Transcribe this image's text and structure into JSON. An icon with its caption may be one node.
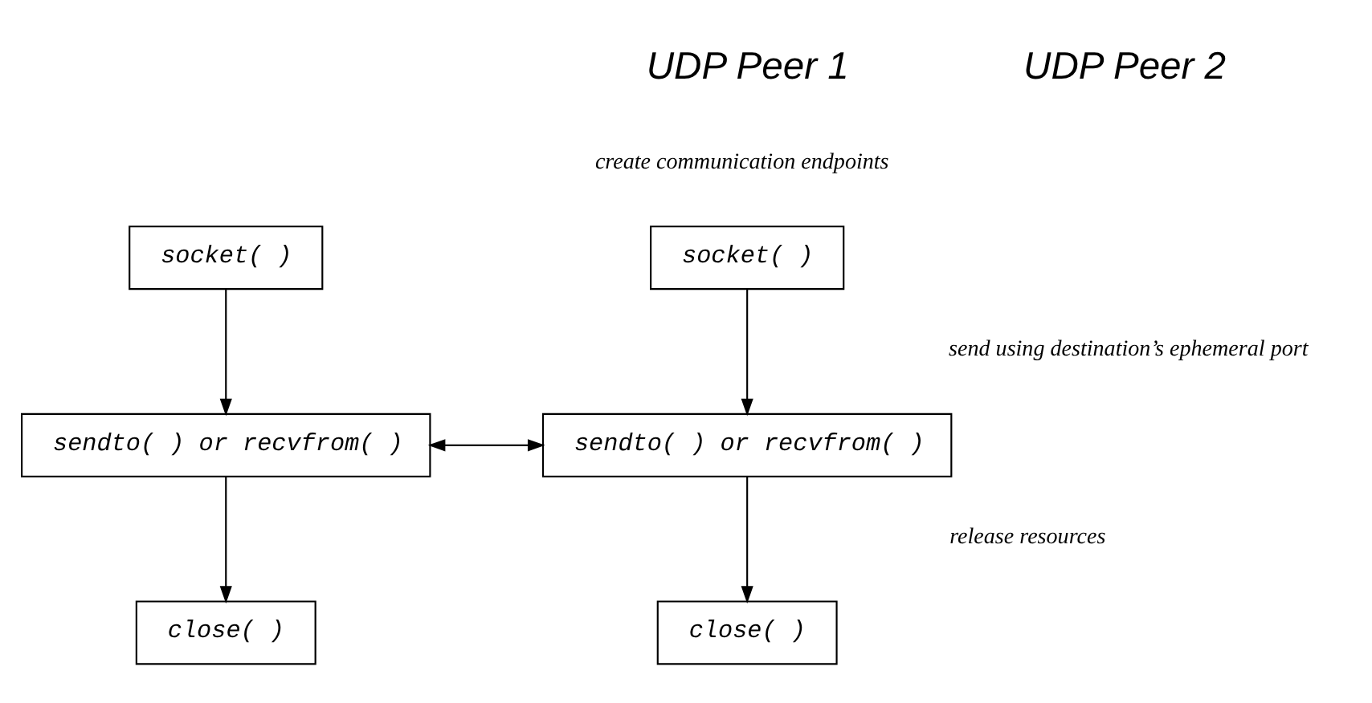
{
  "diagram": {
    "nodes": [
      {
        "text": [
          "socket( )"
        ]
      },
      {
        "text": [
          "socket( )"
        ]
      },
      {
        "text": [
          "sendto( ) or recvfrom( )"
        ]
      },
      {
        "text": [
          "sendto( ) or recvfrom( )"
        ]
      },
      {
        "text": [
          "close( )"
        ]
      },
      {
        "text": [
          "close( )"
        ]
      }
    ],
    "edges": [
      {
        "from": 0,
        "to": 2,
        "arrow": "to"
      },
      {
        "from": 1,
        "to": 3,
        "arrow": "to"
      },
      {
        "from": 2,
        "to": 3,
        "arrow": "both"
      },
      {
        "from": 2,
        "to": 4,
        "arrow": "to"
      },
      {
        "from": 3,
        "to": 5,
        "arrow": "to"
      }
    ],
    "labels": [
      "UDP Peer 1",
      "UDP Peer 2",
      "create communication endpoints",
      "send using destination’s ephemeral port",
      "release resources"
    ]
  }
}
